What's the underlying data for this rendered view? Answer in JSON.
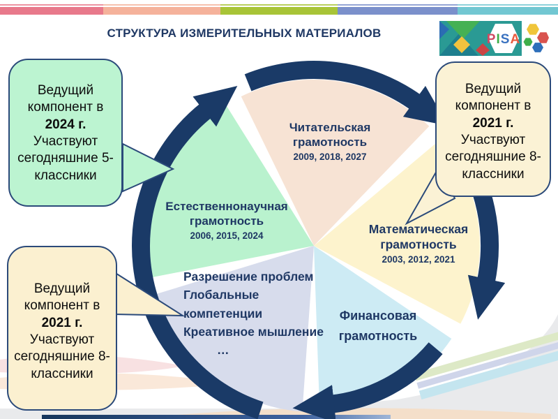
{
  "header": {
    "title": "СТРУКТУРА ИЗМЕРИТЕЛЬНЫХ МАТЕРИАЛОВ"
  },
  "logo": {
    "text": "PISA"
  },
  "palette": {
    "navy": "#1a3a67",
    "title_text": "#1f3864",
    "top_bar_colors": [
      "#e8798b",
      "#f5b29b",
      "#a8c437",
      "#7b90cb",
      "#72c7d2"
    ]
  },
  "wedges": [
    {
      "id": "reading",
      "title": "Читательская грамотность",
      "years": "2009, 2018, 2027",
      "color": "#f7e3d4"
    },
    {
      "id": "math",
      "title": "Математическая грамотность",
      "years": "2003, 2012, 2021",
      "color": "#fdf3cd"
    },
    {
      "id": "finance",
      "title": "Финансовая грамотность",
      "years": "",
      "color": "#cdebf4"
    },
    {
      "id": "problems",
      "items": [
        "Разрешение проблем",
        "Глобальные компетенции",
        "Креативное мышление",
        "…"
      ],
      "color": "#d7dcec"
    },
    {
      "id": "science",
      "title": "Естественнонаучная грамотность",
      "years": "2006, 2015, 2024",
      "color": "#b9f2ce"
    }
  ],
  "callouts": [
    {
      "id": "science-2024",
      "text_before": "Ведущий компонент в",
      "year": "2024 г.",
      "text_after": "Участвуют сегодняшние 5-классники",
      "bg": "#bcf4d1"
    },
    {
      "id": "math-2021",
      "text_before": "Ведущий компонент в",
      "year": "2021 г.",
      "text_after": "Участвуют сегодняшние 8-классники",
      "bg": "#fbf2d5"
    },
    {
      "id": "problems-2021",
      "text_before": "Ведущий компонент в",
      "year": "2021 г.",
      "text_after": "Участвуют сегодняшние 8-классники",
      "bg": "#fbf0d0"
    }
  ]
}
